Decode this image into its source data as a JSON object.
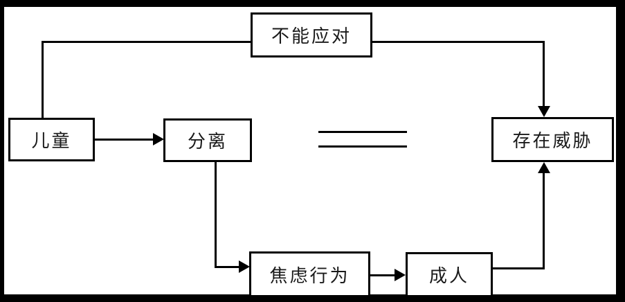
{
  "diagram": {
    "title": "separation-anxiety-flowchart",
    "nodes": {
      "cannot_cope": "不能应对",
      "child": "儿童",
      "separation": "分离",
      "threat": "存在威胁",
      "anxiety_behavior": "焦虑行为",
      "adult": "成人"
    },
    "relations": [
      {
        "from": "child",
        "to": "separation",
        "type": "arrow"
      },
      {
        "from": "separation",
        "to": "threat",
        "type": "equals"
      },
      {
        "from": "child",
        "via": "cannot_cope",
        "to": "threat",
        "type": "arrow"
      },
      {
        "from": "separation",
        "to": "anxiety_behavior",
        "type": "arrow"
      },
      {
        "from": "anxiety_behavior",
        "to": "adult",
        "type": "arrow"
      },
      {
        "from": "adult",
        "to": "threat",
        "type": "arrow"
      }
    ],
    "colors": {
      "line": "#000000",
      "frame": "#000000",
      "background": "#ffffff",
      "text": "#1a1a1a"
    }
  }
}
